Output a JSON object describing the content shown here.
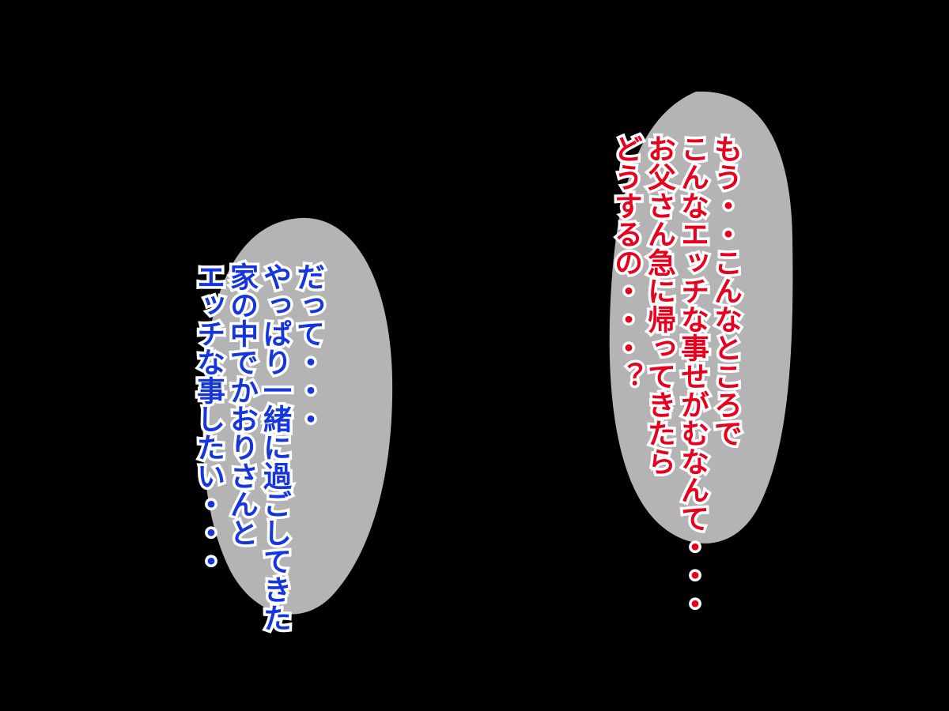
{
  "colors": {
    "background": "#000000",
    "bubble_fill": "#b4b4b4",
    "right_text": "#e8001c",
    "left_text": "#1436dc",
    "text_outline": "#ffffff"
  },
  "right_bubble": {
    "lines": [
      "もう・・こんなところで",
      "こんなエッチな事せがむなんて・・・",
      "お父さん急に帰ってきたら",
      "どうするの・・・？"
    ]
  },
  "left_bubble": {
    "lines": [
      "だって・・・",
      "やっぱり一緒に過ごしてきた",
      "家の中でかおりさんと",
      "エッチな事したい・・・"
    ]
  }
}
